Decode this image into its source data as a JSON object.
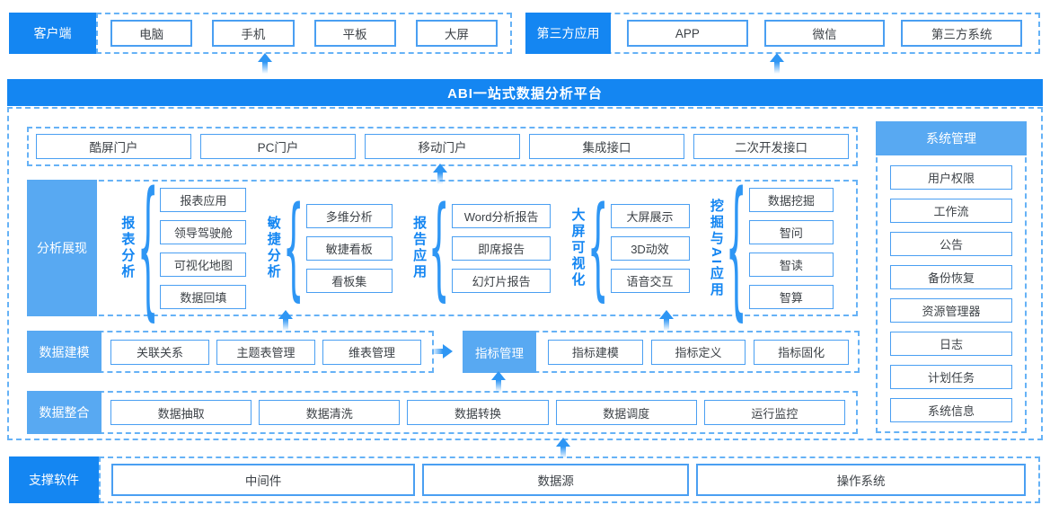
{
  "colors": {
    "primary_blue": "#1486f2",
    "light_blue": "#58a9f2",
    "box_border": "#4a9ff2",
    "dashed_border": "#66b2f6",
    "arrow": "#2e96f4",
    "box_text": "#3d4247"
  },
  "icons": {
    "brace": "{",
    "up_arrow": "▲",
    "right_arrow": "►"
  },
  "top": {
    "client": {
      "label": "客户端",
      "items": [
        "电脑",
        "手机",
        "平板",
        "大屏"
      ]
    },
    "third_party": {
      "label": "第三方应用",
      "items": [
        "APP",
        "微信",
        "第三方系统"
      ]
    }
  },
  "banner": {
    "title": "ABI一站式数据分析平台"
  },
  "portal_row": {
    "items": [
      "酷屏门户",
      "PC门户",
      "移动门户",
      "集成接口",
      "二次开发接口"
    ]
  },
  "analysis": {
    "label": "分析展现",
    "groups": [
      {
        "name": "报表分析",
        "items": [
          "报表应用",
          "领导驾驶舱",
          "可视化地图",
          "数据回填"
        ]
      },
      {
        "name": "敏捷分析",
        "items": [
          "多维分析",
          "敏捷看板",
          "看板集"
        ]
      },
      {
        "name": "报告应用",
        "items": [
          "Word分析报告",
          "即席报告",
          "幻灯片报告"
        ]
      },
      {
        "name": "大屏可视化",
        "items": [
          "大屏展示",
          "3D动效",
          "语音交互"
        ]
      },
      {
        "name": "挖掘与AI应用",
        "items": [
          "数据挖掘",
          "智问",
          "智读",
          "智算"
        ]
      }
    ]
  },
  "modeling": {
    "label": "数据建模",
    "items": [
      "关联关系",
      "主题表管理",
      "维表管理"
    ],
    "indicator": {
      "label": "指标管理",
      "items": [
        "指标建模",
        "指标定义",
        "指标固化"
      ]
    }
  },
  "integration": {
    "label": "数据整合",
    "items": [
      "数据抽取",
      "数据清洗",
      "数据转换",
      "数据调度",
      "运行监控"
    ]
  },
  "system": {
    "label": "系统管理",
    "items": [
      "用户权限",
      "工作流",
      "公告",
      "备份恢复",
      "资源管理器",
      "日志",
      "计划任务",
      "系统信息"
    ]
  },
  "support": {
    "label": "支撑软件",
    "items": [
      "中间件",
      "数据源",
      "操作系统"
    ]
  }
}
